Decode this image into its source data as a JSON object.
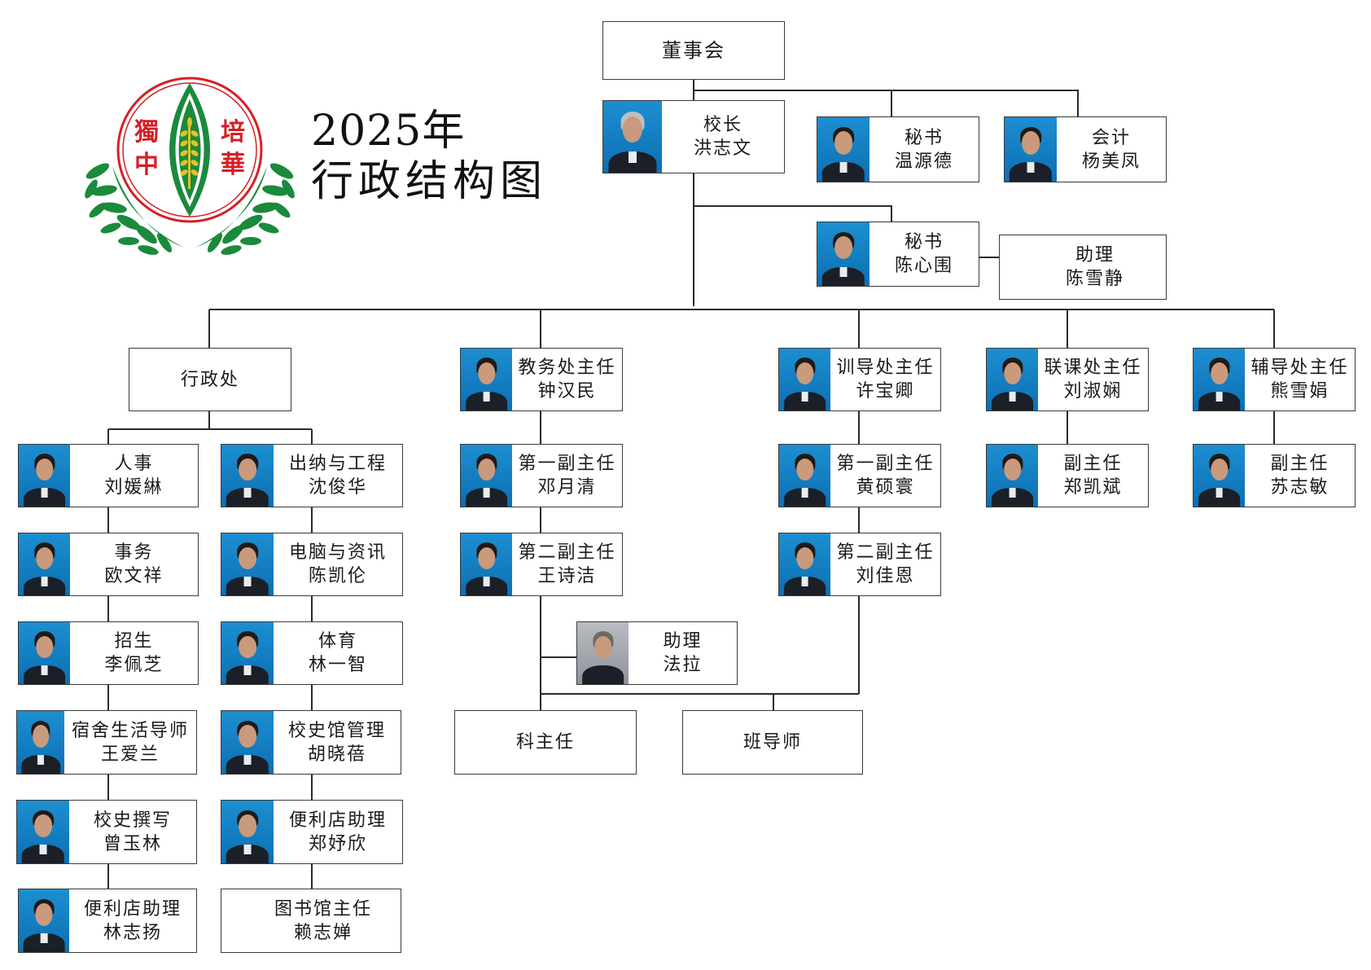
{
  "title": {
    "year": "2025年",
    "name": "行政结构图"
  },
  "logo": {
    "chars": [
      "獨",
      "中",
      "培",
      "華"
    ],
    "colors": {
      "red": "#d61f26",
      "green": "#1a8a3c",
      "gold": "#e3c227"
    }
  },
  "board": "董事会",
  "principal": {
    "role": "校长",
    "name": "洪志文"
  },
  "secretary1": {
    "role": "秘书",
    "name": "温源德"
  },
  "accountant": {
    "role": "会计",
    "name": "杨美凤"
  },
  "secretary2": {
    "role": "秘书",
    "name": "陈心围"
  },
  "assistant_top": {
    "role": "助理",
    "name": "陈雪静"
  },
  "admin_office": "行政处",
  "admin_left": [
    {
      "role": "人事",
      "name": "刘媛綝"
    },
    {
      "role": "事务",
      "name": "欧文祥"
    },
    {
      "role": "招生",
      "name": "李佩芝"
    },
    {
      "role": "宿舍生活导师",
      "name": "王爱兰"
    },
    {
      "role": "校史撰写",
      "name": "曾玉林"
    },
    {
      "role": "便利店助理",
      "name": "林志扬"
    }
  ],
  "admin_right": [
    {
      "role": "出纳与工程",
      "name": "沈俊华"
    },
    {
      "role": "电脑与资讯",
      "name": "陈凯伦"
    },
    {
      "role": "体育",
      "name": "林一智"
    },
    {
      "role": "校史馆管理",
      "name": "胡晓蓓"
    },
    {
      "role": "便利店助理",
      "name": "郑妤欣"
    },
    {
      "role": "图书馆主任",
      "name": "赖志婵"
    }
  ],
  "academic": [
    {
      "role": "教务处主任",
      "name": "钟汉民"
    },
    {
      "role": "第一副主任",
      "name": "邓月清"
    },
    {
      "role": "第二副主任",
      "name": "王诗洁"
    }
  ],
  "academic_assistant": {
    "role": "助理",
    "name": "法拉"
  },
  "discipline": [
    {
      "role": "训导处主任",
      "name": "许宝卿"
    },
    {
      "role": "第一副主任",
      "name": "黄硕寰"
    },
    {
      "role": "第二副主任",
      "name": "刘佳恩"
    }
  ],
  "cocurricular": [
    {
      "role": "联课处主任",
      "name": "刘淑娴"
    },
    {
      "role": "副主任",
      "name": "郑凯斌"
    }
  ],
  "counseling": [
    {
      "role": "辅导处主任",
      "name": "熊雪娟"
    },
    {
      "role": "副主任",
      "name": "苏志敏"
    }
  ],
  "subject_head": "科主任",
  "class_teacher": "班导师"
}
